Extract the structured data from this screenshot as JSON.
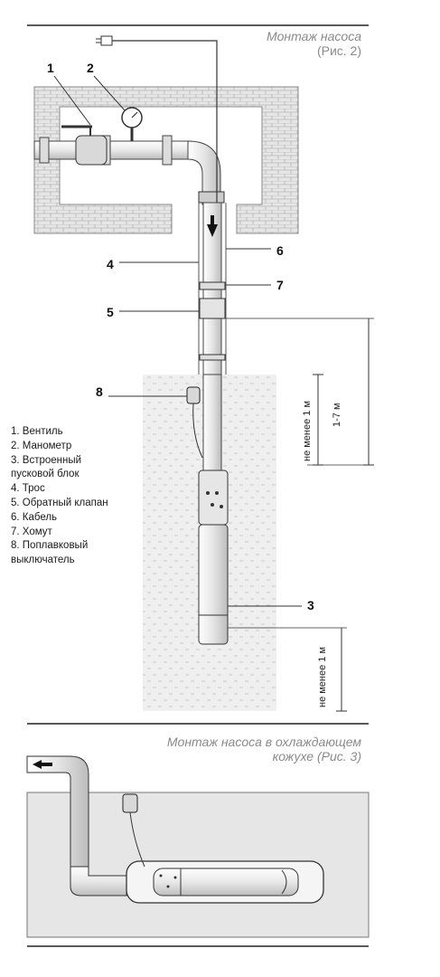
{
  "fig2": {
    "title_line1": "Монтаж насоса",
    "title_line2": "(Рис. 2)"
  },
  "fig3": {
    "title_line1": "Монтаж насоса в охлаждающем",
    "title_line2": "кожухе (Рис. 3)"
  },
  "callouts": {
    "c1": "1",
    "c2": "2",
    "c3": "3",
    "c4": "4",
    "c5": "5",
    "c6": "6",
    "c7": "7",
    "c8": "8"
  },
  "legend": [
    "1. Вентиль",
    "2. Манометр",
    "3. Встроенный",
    "пусковой блок",
    "4. Трос",
    "5. Обратный клапан",
    "6. Кабель",
    "7. Хомут",
    "8. Поплавковый",
    "выключатель"
  ],
  "dimensions": {
    "min_1m_top": "не менее 1 м",
    "range_1_7": "1-7 м",
    "min_1m_bottom": "не менее 1 м"
  }
}
